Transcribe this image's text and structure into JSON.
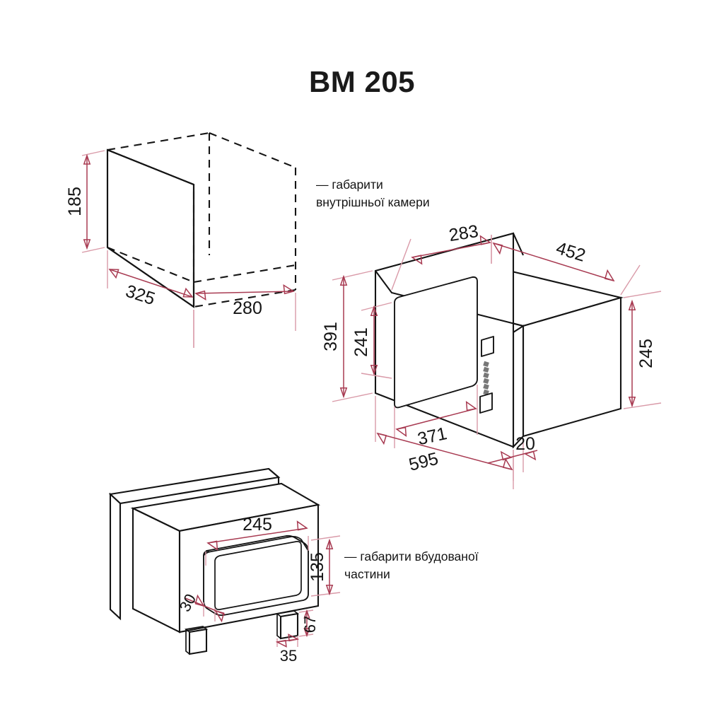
{
  "page": {
    "title": "BM 205",
    "background": "#ffffff",
    "ink_color": "#141414",
    "dimension_color": "#a83b52",
    "extension_color": "#d99aa8"
  },
  "notes": {
    "chamber": "— габарити\nвнутрішньої камери",
    "built_in": "— габарити вбудованої\nчастини"
  },
  "views": {
    "chamber": {
      "name": "inner-chamber-box",
      "dimensions": {
        "height": "185",
        "depth": "325",
        "width": "280"
      }
    },
    "appliance": {
      "name": "microwave-oven-isometric",
      "dimensions": {
        "top_front": "283",
        "top_side": "452",
        "front_height": "391",
        "door_height": "241",
        "body_height": "245",
        "door_width": "371",
        "front_width": "595",
        "flange_depth": "20"
      }
    },
    "built_in": {
      "name": "built-in-part-isometric",
      "dimensions": {
        "handle_width": "245",
        "handle_height": "135",
        "handle_depth": "30",
        "foot_width": "35",
        "foot_height": "67"
      }
    }
  },
  "icons": {
    "display": "display-panel-icon",
    "knob": "control-knob-icon",
    "keypad": "keypad-buttons-icon"
  }
}
